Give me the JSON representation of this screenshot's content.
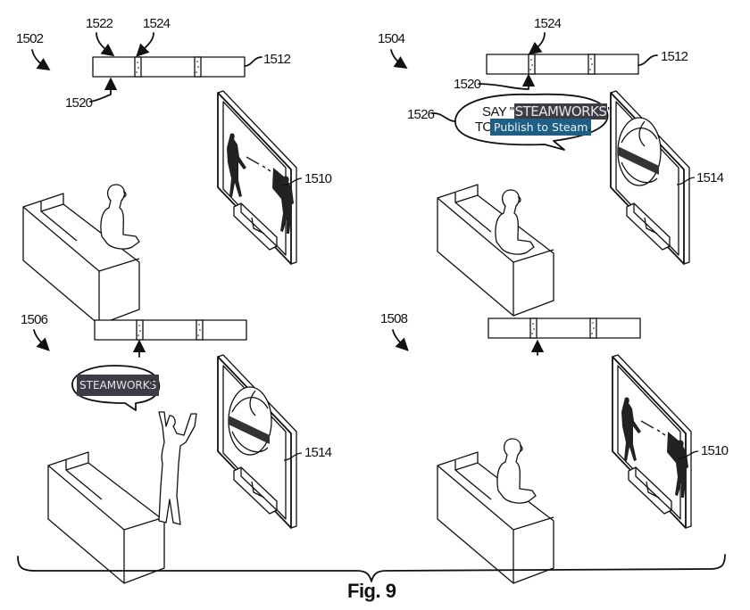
{
  "figure": {
    "caption": "Fig. 9",
    "panels": [
      {
        "id": "1502",
        "bar_label": "1512",
        "bar_callouts": [
          "1522",
          "1524"
        ],
        "pointer_label": "1520",
        "display_label": "1510",
        "display_content": "two-figures-scene",
        "user_pose": "seated"
      },
      {
        "id": "1504",
        "bar_label": "1512",
        "bar_callouts": [
          "1524"
        ],
        "pointer_label": "1520",
        "bubble_label": "1526",
        "bubble": {
          "say_prefix": "SAY \"",
          "keyword": "STEAMWORKS",
          "say_suffix": "\"",
          "to_prefix": "TO",
          "action": "Publish to Steam",
          "action_suffix": "."
        },
        "display_label": "1514",
        "display_content": "burger-image",
        "user_pose": "seated"
      },
      {
        "id": "1506",
        "bubble": {
          "keyword": "STEAMWORKS",
          "suffix": "!"
        },
        "display_label": "1514",
        "display_content": "burger-image",
        "user_pose": "standing-arms-raised"
      },
      {
        "id": "1508",
        "display_label": "1510",
        "display_content": "two-figures-scene",
        "user_pose": "seated"
      }
    ]
  },
  "colors": {
    "line": "#111111",
    "keyword_highlight_bg": "#3c3c44",
    "action_highlight_bg": "#1f5f86"
  }
}
